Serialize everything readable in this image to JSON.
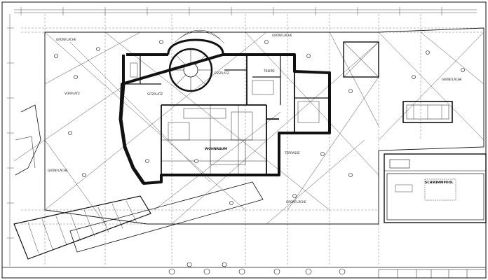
{
  "drawing": {
    "colors": {
      "ink": "#111111",
      "paper": "#ffffff",
      "grid": "#555555"
    },
    "room_labels": [
      {
        "id": "gruenflaeche-top-left",
        "text": "GRÜNFLÄCHE"
      },
      {
        "id": "gruenflaeche-top",
        "text": "GRÜNFLÄCHE"
      },
      {
        "id": "gruenflaeche-right",
        "text": "GRÜNFLÄCHE"
      },
      {
        "id": "gruenflaeche-left",
        "text": "GRÜNFLÄCHE"
      },
      {
        "id": "gruenflaeche-bottom",
        "text": "GRÜNFLÄCHE"
      },
      {
        "id": "vorplatz",
        "text": "VORPLATZ"
      },
      {
        "id": "sitzplatz",
        "text": "SITZPLATZ"
      },
      {
        "id": "wohnraum",
        "text": "WOHNRAUM"
      },
      {
        "id": "essplatz",
        "text": "ESSPLATZ"
      },
      {
        "id": "treppe",
        "text": "TREPPE"
      },
      {
        "id": "terrasse",
        "text": "TERRASSE"
      },
      {
        "id": "schwimmpool",
        "text": "SCHWIMMPOOL"
      }
    ]
  }
}
